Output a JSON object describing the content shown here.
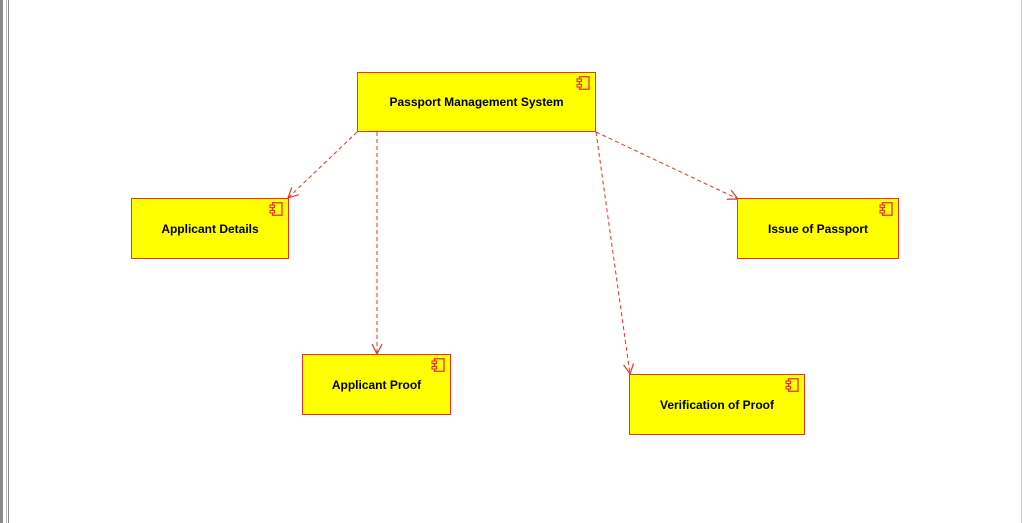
{
  "diagram": {
    "colors": {
      "fill": "#ffff00",
      "border": "#e8332a",
      "connector": "#e8332a",
      "text": "#000000"
    },
    "components": [
      {
        "id": "pms",
        "label": "Passport Management System",
        "icon": "component-icon"
      },
      {
        "id": "details",
        "label": "Applicant Details",
        "icon": "component-icon"
      },
      {
        "id": "issue",
        "label": "Issue of Passport",
        "icon": "component-icon"
      },
      {
        "id": "proof",
        "label": "Applicant Proof",
        "icon": "component-icon"
      },
      {
        "id": "verify",
        "label": "Verification of Proof",
        "icon": "component-icon"
      }
    ],
    "dependencies": [
      {
        "from": "pms",
        "to": "details",
        "style": "dashed"
      },
      {
        "from": "pms",
        "to": "proof",
        "style": "dashed"
      },
      {
        "from": "pms",
        "to": "verify",
        "style": "dashed"
      },
      {
        "from": "pms",
        "to": "issue",
        "style": "dashed"
      }
    ]
  }
}
